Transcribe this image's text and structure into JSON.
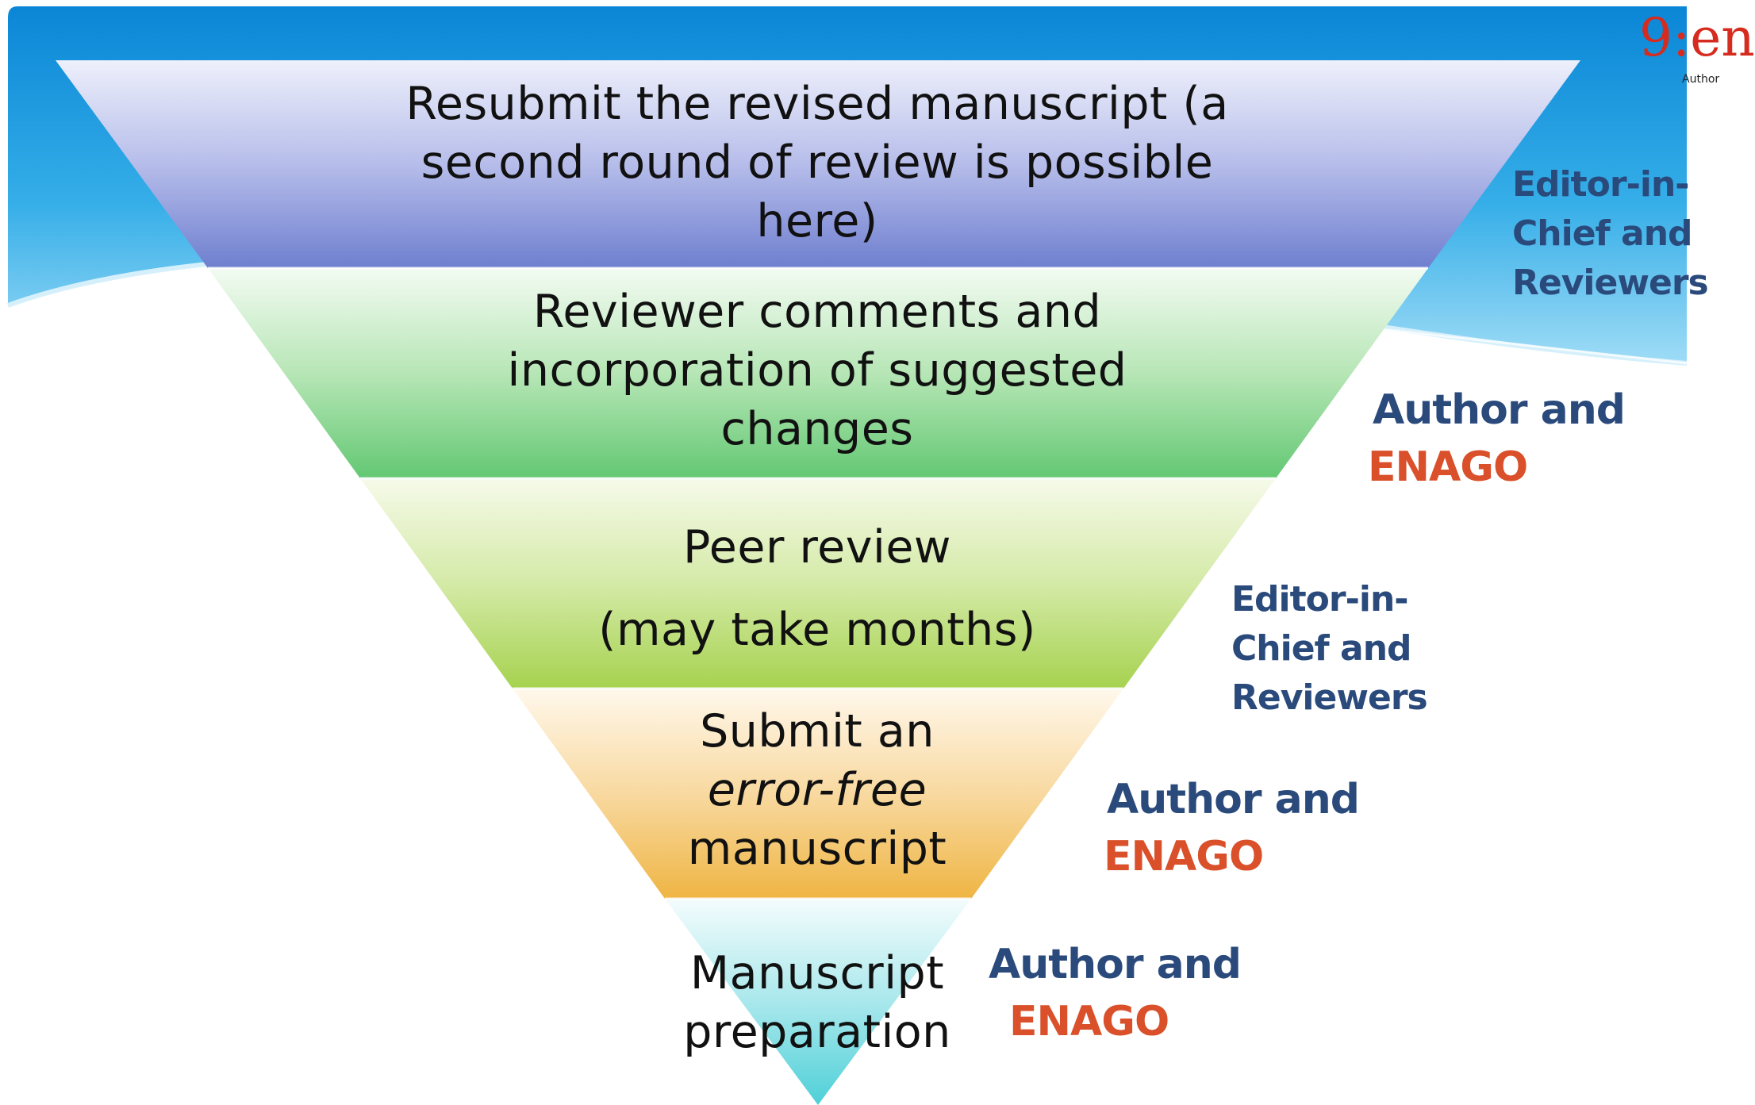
{
  "colors": {
    "background_blue": "#0b8fd8",
    "tier1_fill": "#8c98d9",
    "tier2_fill": "#7bd28a",
    "tier3_fill": "#b4d96a",
    "tier4_fill": "#f2bf5c",
    "tier5_fill": "#5fd6dd",
    "role_navy": "#2a4a7c",
    "role_orange": "#d9502a"
  },
  "funnel": {
    "tiers": [
      {
        "lines": [
          "Resubmit the revised manuscript (a",
          "second round of review is possible",
          "here)"
        ]
      },
      {
        "lines": [
          "Reviewer comments and",
          "incorporation of suggested",
          "changes"
        ]
      },
      {
        "lines": [
          "Peer review",
          "(may take months)"
        ]
      },
      {
        "lines": [
          "Submit an",
          "error-free",
          "manuscript"
        ]
      },
      {
        "lines": [
          "Manuscript",
          "preparation"
        ]
      }
    ]
  },
  "roles": [
    {
      "lines": [
        "Editor-in-",
        "Chief and",
        "Reviewers"
      ]
    },
    {
      "line1": "Author and",
      "line2": "ENAGO"
    },
    {
      "lines": [
        "Editor-in-",
        "Chief and",
        "Reviewers"
      ]
    },
    {
      "line1": "Author and",
      "line2": "ENAGO"
    },
    {
      "line1": "Author and",
      "line2": "ENAGO"
    }
  ],
  "logo": {
    "mark": "9:en",
    "tagline": "Author"
  },
  "icons": {
    "logo": "enago-logo-icon"
  }
}
